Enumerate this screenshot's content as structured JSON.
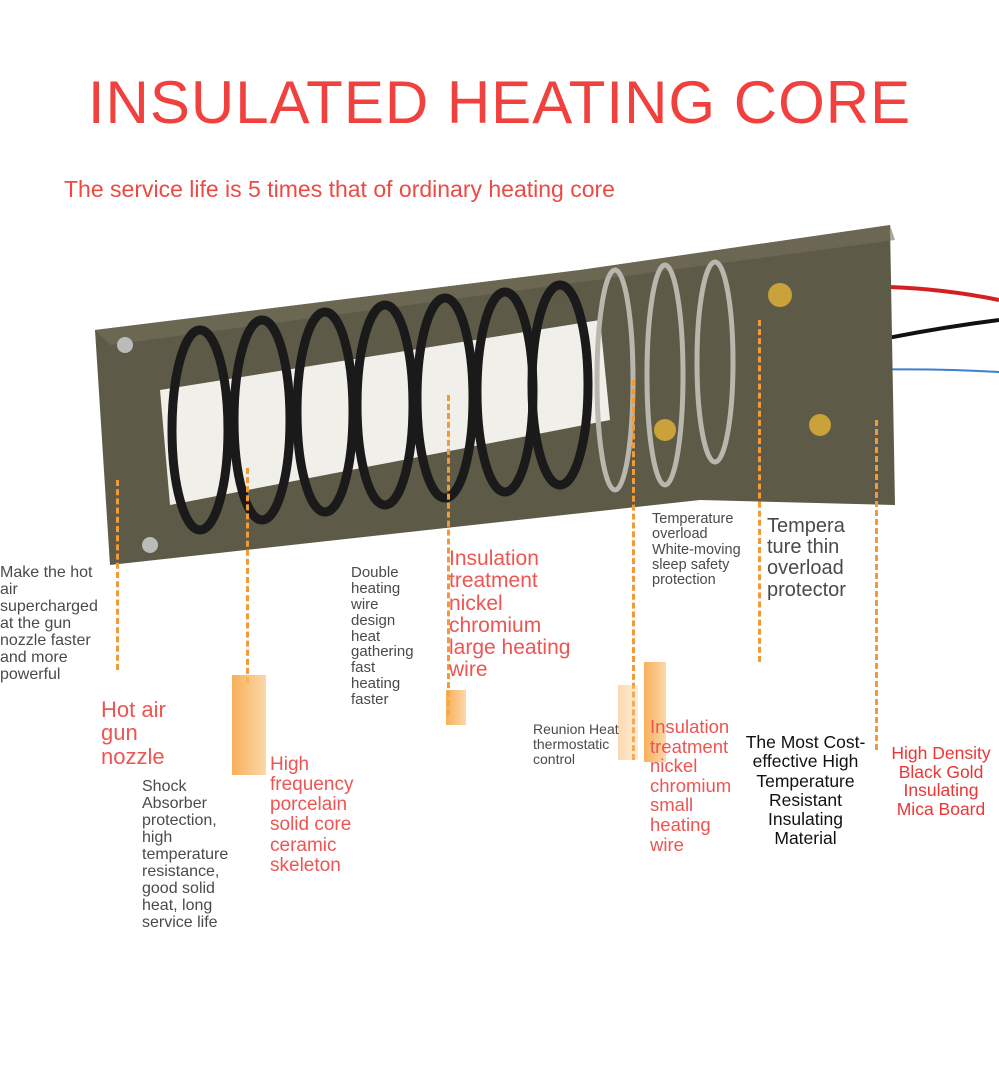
{
  "title": "INSULATED HEATING CORE",
  "subtitle": "The service life is 5 times that of ordinary heating core",
  "colors": {
    "accent_red": "#f0413f",
    "guide_orange": "#f29a38",
    "mica_board": "#5e5a48"
  },
  "labels": {
    "nozzle_desc": "Make the hot air supercharged at the gun nozzle faster and more powerful",
    "nozzle_title": "Hot air gun nozzle",
    "shock_desc": "Shock Absorber protection, high temperature resistance, good solid heat, long service life",
    "porcelain_title": "High frequency porcelain solid core ceramic skeleton",
    "double_desc": "Double heating wire design heat gathering fast heating faster",
    "large_wire_title": "Insulation treatment nickel chromium large heating wire",
    "reunion_desc": "Reunion Heat thermostatic control",
    "overload_desc": "Temperature overload White-moving sleep safety protection",
    "small_wire_title": "Insulation treatment nickel chromium small heating wire",
    "protector_title": "Tempera ture thin overload protector",
    "material_title": "The Most Cost-effective High Temperature Resistant Insulating Material",
    "mica_title": "High Density Black Gold Insulating Mica Board"
  }
}
